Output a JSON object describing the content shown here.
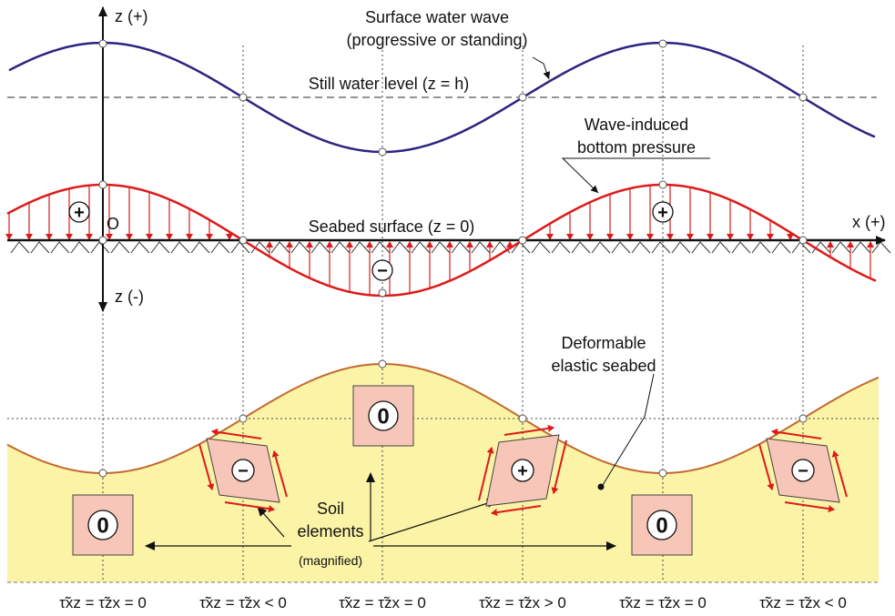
{
  "labels": {
    "z_plus": "z (+)",
    "z_minus": "z (-)",
    "x_plus": "x (+)",
    "origin": "O",
    "surface_wave_line1": "Surface water wave",
    "surface_wave_line2": "(progressive or standing)",
    "still_water": "Still water level (z = h)",
    "pressure_line1": "Wave-induced",
    "pressure_line2": "bottom pressure",
    "seabed_surface": "Seabed surface (z = 0)",
    "deformable_line1": "Deformable",
    "deformable_line2": "elastic seabed",
    "soil_line1": "Soil",
    "soil_line2": "elements",
    "soil_line3": "(magnified)"
  },
  "signs": {
    "plus": "+",
    "minus": "−",
    "zero": "0"
  },
  "shear_conditions": [
    "τ̃xz = τ̃zx = 0",
    "τ̃xz = τ̃zx < 0",
    "τ̃xz = τ̃zx = 0",
    "τ̃xz = τ̃zx > 0",
    "τ̃xz = τ̃zx = 0",
    "τ̃xz = τ̃zx < 0"
  ],
  "colors": {
    "wave": "#2b2580",
    "pressure": "#dd1a1a",
    "seabed_fill": "#fbf3a6",
    "seabed_line": "#c2692e",
    "element_fill": "#f7c6b8",
    "axis": "#111111"
  }
}
